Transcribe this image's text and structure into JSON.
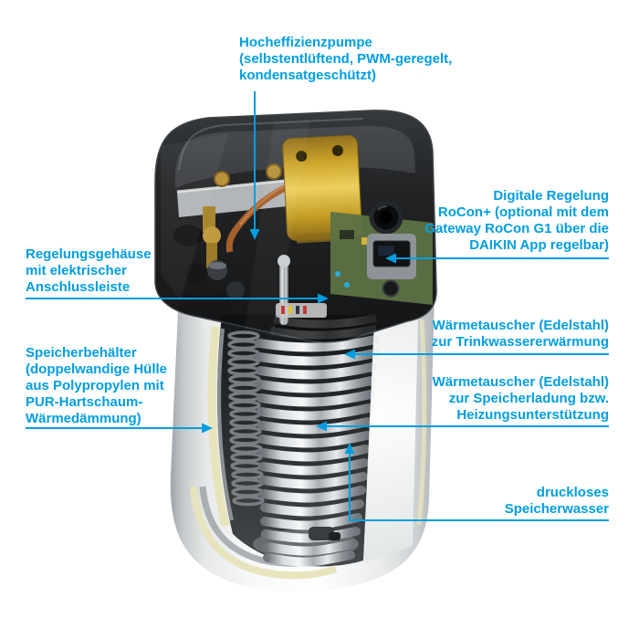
{
  "figure": {
    "accent_color": "#009EE0",
    "background_color": "#FFFFFF"
  },
  "labels": {
    "pump": {
      "text": "Hocheffizienzpumpe\n(selbstentlüftend, PWM-geregelt,\nkondensatgeschützt)"
    },
    "digital_control": {
      "text": "Digitale Regelung\nRoCon+ (optional mit dem\nGateway RoCon G1 über die\nDAIKIN App regelbar)"
    },
    "control_housing": {
      "text": "Regelungsgehäuse\nmit elektrischer\nAnschlussleiste"
    },
    "storage_tank": {
      "text": "Speicherbehälter\n(doppelwandige Hülle\naus Polypropylen mit\nPUR-Hartschaum-\nWärmedämmung)"
    },
    "hx_dhw": {
      "text": "Wärmetauscher (Edelstahl)\nzur Trinkwassererwärmung"
    },
    "hx_charging": {
      "text": "Wärmetauscher (Edelstahl)\nzur Speicherladung bzw.\nHeizungsunterstützung"
    },
    "storage_water": {
      "text": "druckloses\nSpeicherwasser"
    }
  }
}
